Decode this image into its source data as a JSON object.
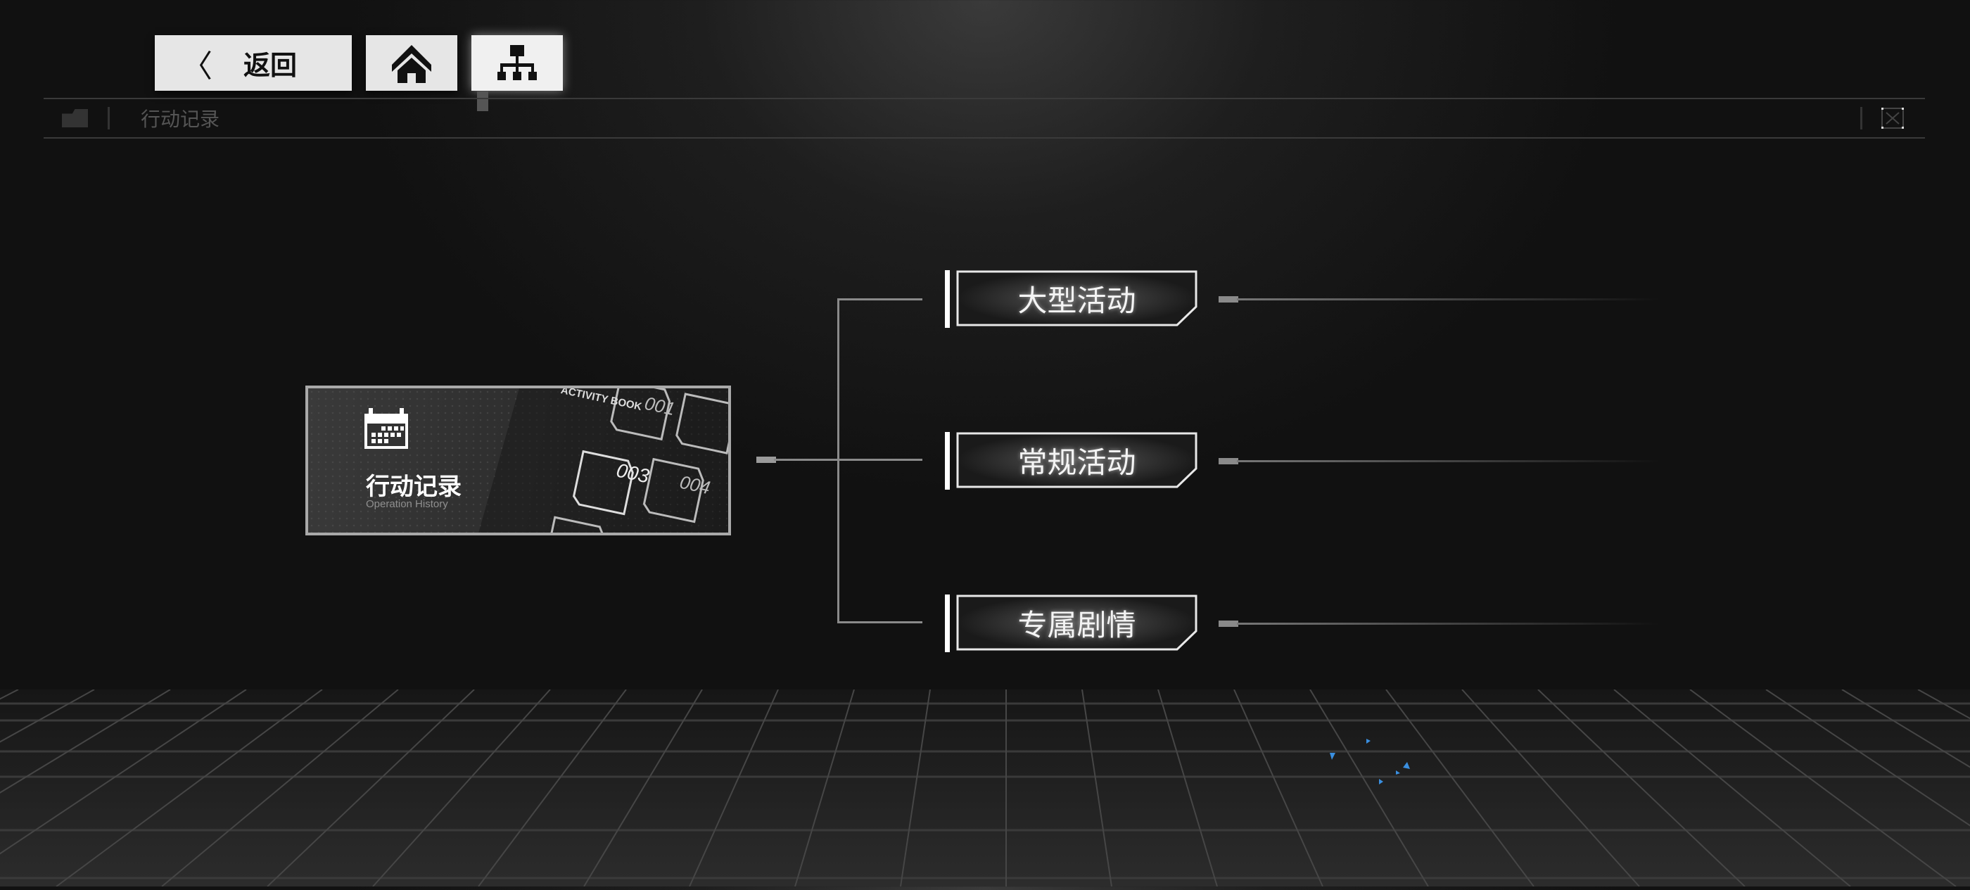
{
  "header": {
    "back_label": "返回",
    "back_icon": "chevron-left-icon",
    "back_glyph": "〈",
    "home_icon": "home-icon",
    "sitemap_icon": "sitemap-icon"
  },
  "breadcrumb": {
    "folder_icon": "folder-icon",
    "current": "行动记录",
    "close_icon": "close-icon"
  },
  "root_card": {
    "title": "行动记录",
    "subtitle": "Operation History",
    "icon": "calendar-icon",
    "art": {
      "book_label": "ACTIVITY BOOK",
      "tiles": [
        "001",
        "003",
        "004"
      ]
    }
  },
  "branches": [
    {
      "label": "大型活动"
    },
    {
      "label": "常规活动"
    },
    {
      "label": "专属剧情"
    }
  ],
  "colors": {
    "accent_blue": "#3a8fe0",
    "button_bg": "#e6e6e6"
  }
}
